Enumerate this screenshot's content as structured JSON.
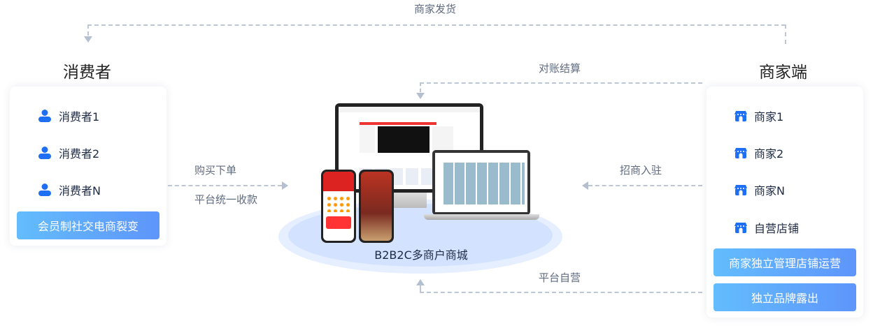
{
  "flows": {
    "ship": "商家发货",
    "settle": "对账结算",
    "order": "购买下单",
    "collect": "平台统一收款",
    "recruit": "招商入驻",
    "self_run": "平台自营"
  },
  "consumer": {
    "title": "消费者",
    "items": [
      "消费者1",
      "消费者2",
      "消费者N"
    ],
    "button": "会员制社交电商裂变"
  },
  "merchant": {
    "title": "商家端",
    "items": [
      "商家1",
      "商家2",
      "商家N",
      "自营店铺"
    ],
    "buttons": [
      "商家独立管理店铺运营",
      "独立品牌露出"
    ]
  },
  "center": {
    "label": "B2B2C多商户商城"
  },
  "colors": {
    "accent": "#1f6ff5",
    "gradient_start": "#63bdfd",
    "gradient_end": "#5e95fb",
    "dash": "#bcc6d4"
  }
}
